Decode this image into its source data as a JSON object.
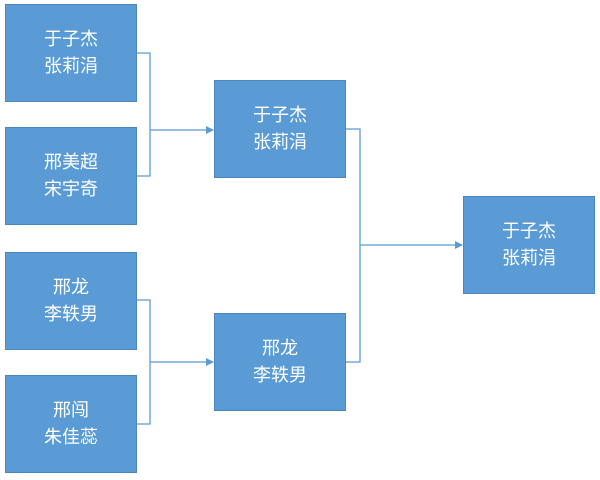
{
  "bracket": {
    "round1": [
      {
        "player1": "于子杰",
        "player2": "张莉涓"
      },
      {
        "player1": "邢美超",
        "player2": "宋宇奇"
      },
      {
        "player1": "邢龙",
        "player2": "李轶男"
      },
      {
        "player1": "邢闯",
        "player2": "朱佳蕊"
      }
    ],
    "semifinal": [
      {
        "player1": "于子杰",
        "player2": "张莉涓"
      },
      {
        "player1": "邢龙",
        "player2": "李轶男"
      }
    ],
    "final": {
      "player1": "于子杰",
      "player2": "张莉涓"
    }
  },
  "colors": {
    "box_fill": "#5b9bd5",
    "box_text": "#ffffff",
    "connector": "#5b9bd5"
  }
}
